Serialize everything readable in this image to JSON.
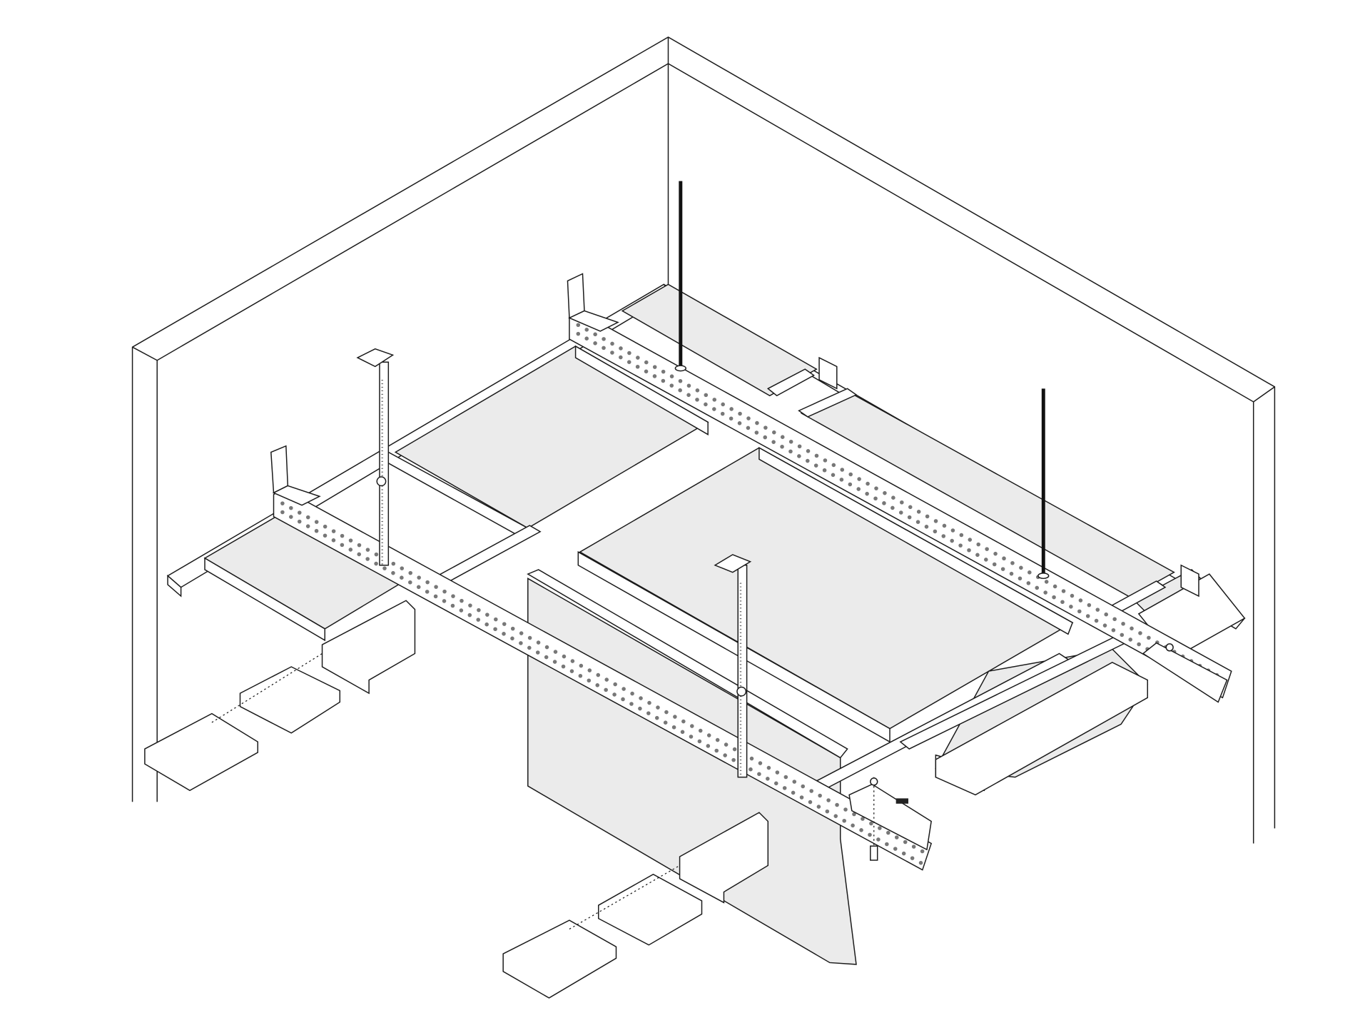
{
  "diagram": {
    "type": "isometric-technical-drawing",
    "colors": {
      "line": "#1a1a1a",
      "panel_fill": "#ebebeb",
      "background": "#ffffff",
      "hanger_rod": "#111111"
    },
    "components": [
      "room-walls",
      "ceiling-panels",
      "perforated-rails",
      "threaded-hanger-rods",
      "adjustable-hangers",
      "wall-brackets",
      "cable-tray-sections",
      "bolts"
    ]
  }
}
